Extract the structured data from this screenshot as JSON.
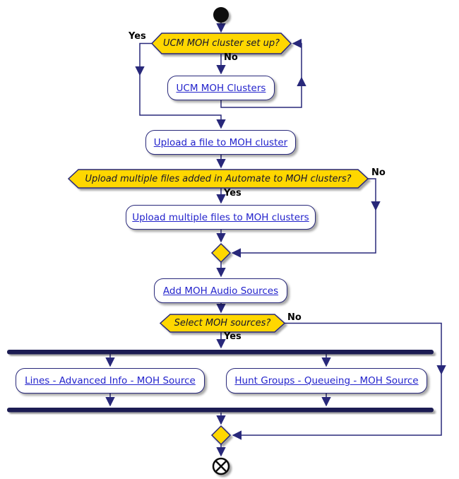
{
  "colors": {
    "background": "#FFFFFF",
    "connector": "#28287a",
    "bar": "#1a1a52",
    "decision_fill": "#FFD700",
    "activity_fill": "#FFFFFF",
    "activity_border": "#28287a",
    "link_text": "#2323cc",
    "label_text": "#000000",
    "start_node": "#0d0d0d"
  },
  "decisions": [
    {
      "question": "UCM MOH cluster set up?",
      "yes": "Yes",
      "no": "No"
    },
    {
      "question": "Upload multiple files added in Automate to MOH clusters?",
      "yes": "Yes",
      "no": "No"
    },
    {
      "question": "Select MOH sources?",
      "yes": "Yes",
      "no": "No"
    }
  ],
  "activities": [
    {
      "label": "UCM MOH Clusters"
    },
    {
      "label": "Upload a file to MOH cluster"
    },
    {
      "label": "Upload multiple files to MOH clusters"
    },
    {
      "label": "Add MOH Audio Sources"
    },
    {
      "label": "Lines - Advanced Info - MOH Source"
    },
    {
      "label": "Hunt Groups - Queueing - MOH Source"
    }
  ]
}
